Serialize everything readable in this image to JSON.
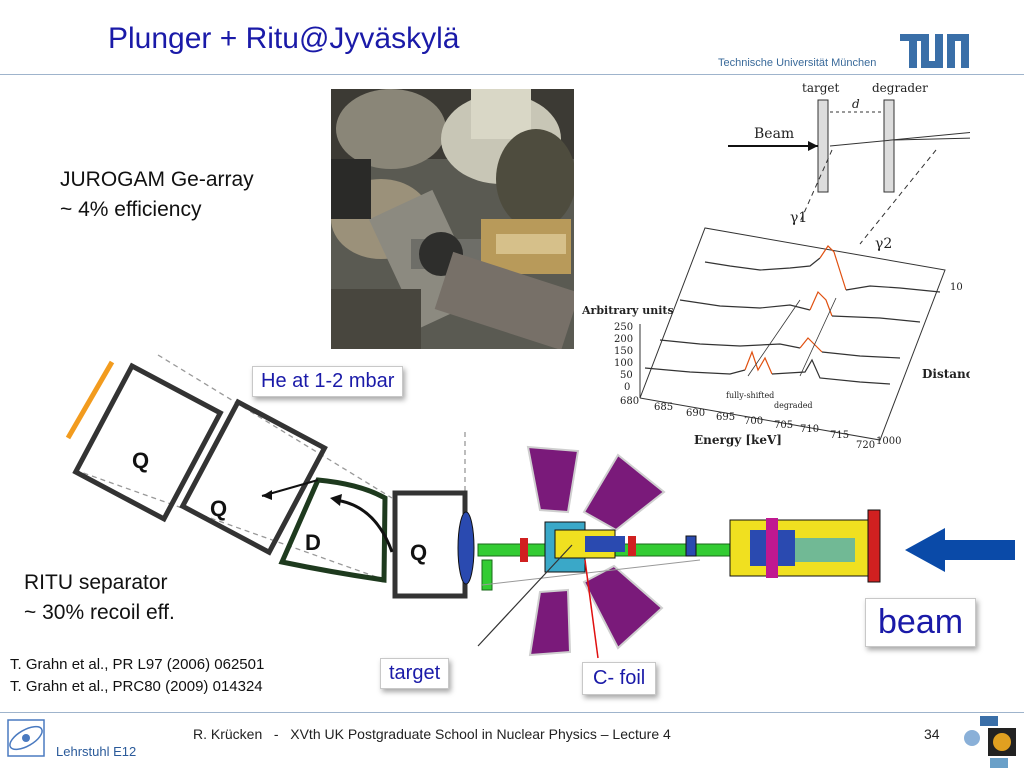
{
  "title": "Plunger + Ritu@Jyväskylä",
  "institution": "Technische Universität München",
  "jurogam": {
    "line1": "JUROGAM Ge-array",
    "line2": "~ 4% efficiency"
  },
  "ritu": {
    "line1": "RITU separator",
    "line2": "~ 30% recoil eff."
  },
  "references": [
    "T. Grahn et al., PR L97 (2006) 062501",
    "T. Grahn et al., PRC80 (2009) 014324"
  ],
  "labels": {
    "he": "He at 1-2 mbar",
    "target": "target",
    "cfoil": "C- foil",
    "beam": "beam"
  },
  "separator": {
    "q1": "Q",
    "q2": "Q",
    "d": "D",
    "q3": "Q"
  },
  "plunger": {
    "target": "target",
    "degrader": "degrader",
    "d": "d",
    "beam": "Beam",
    "gamma1": "γ1",
    "gamma2": "γ2",
    "ylabel": "Arbitrary units",
    "xlabel": "Energy [keV]",
    "dist_label": "Distance [μm]",
    "yticks": [
      "250",
      "200",
      "150",
      "100",
      "50",
      "0"
    ],
    "xticks": [
      "680",
      "685",
      "690",
      "695",
      "700",
      "705",
      "710",
      "715",
      "720"
    ],
    "dticks": [
      "10",
      "1000"
    ],
    "annot_fs": "fully-shifted",
    "annot_dg": "degraded"
  },
  "footer": {
    "text": "R. Krücken   -   XVth UK Postgraduate School in Nuclear Physics – Lecture 4",
    "page": "34",
    "dept": "Lehrstuhl E12"
  },
  "colors": {
    "title": "#1a1aa8",
    "beam_arrow": "#0a4aa8",
    "magnet": "#333333",
    "orange_line": "#f29b1e",
    "purple": "#7a1a7a"
  }
}
